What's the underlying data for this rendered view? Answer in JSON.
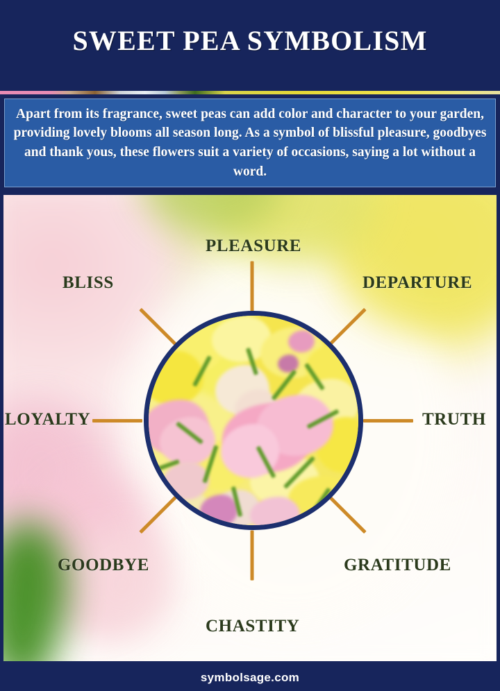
{
  "header": {
    "title": "SWEET PEA SYMBOLISM"
  },
  "intro": {
    "text": "Apart from its fragrance, sweet peas can add color and character to your garden, providing lovely blooms all season long. As a symbol of blissful pleasure, goodbyes and thank yous, these flowers suit a variety of occasions, saying a lot without a word."
  },
  "diagram": {
    "center_image_alt": "sweet-pea-flowers-photo",
    "labels": [
      {
        "text": "PLEASURE",
        "angle_deg": 90,
        "position": "top"
      },
      {
        "text": "DEPARTURE",
        "angle_deg": 45,
        "position": "top-right"
      },
      {
        "text": "TRUTH",
        "angle_deg": 0,
        "position": "right"
      },
      {
        "text": "GRATITUDE",
        "angle_deg": -45,
        "position": "bottom-right"
      },
      {
        "text": "CHASTITY",
        "angle_deg": -90,
        "position": "bottom"
      },
      {
        "text": "GOODBYE",
        "angle_deg": -135,
        "position": "bottom-left"
      },
      {
        "text": "LOYALTY",
        "angle_deg": 180,
        "position": "left"
      },
      {
        "text": "BLISS",
        "angle_deg": 135,
        "position": "top-left"
      }
    ]
  },
  "footer": {
    "site": "symbolsage.com"
  },
  "colors": {
    "navy": "#17255c",
    "intro_box_blue": "#2a5ca5",
    "spoke_gold": "#cd8a28",
    "label_olive": "#2b3a1c",
    "ring_navy": "#1c2f6e"
  }
}
